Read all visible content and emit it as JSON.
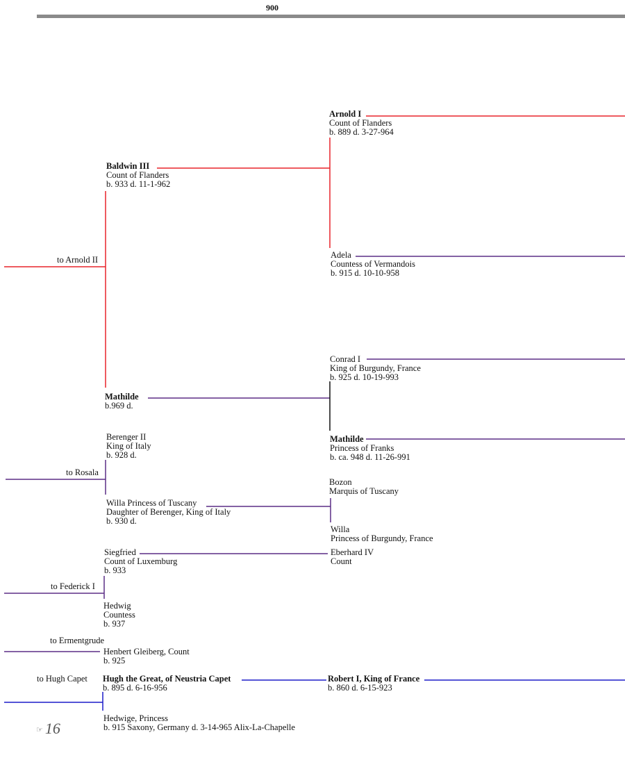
{
  "header": {
    "year": "900"
  },
  "colors": {
    "red": "#e8232a",
    "purple": "#5b2d86",
    "blue": "#1b1bc8",
    "black": "#111111",
    "bar": "#8a8a8a"
  },
  "persons": {
    "arnold1": {
      "name": "Arnold I",
      "title": "Count of Flanders",
      "dates": "b. 889  d. 3-27-964"
    },
    "baldwin3": {
      "name": "Baldwin III",
      "title": "Count of Flanders",
      "dates": "b. 933  d. 11-1-962"
    },
    "adela": {
      "name": "Adela",
      "title": "Countess of Vermandois",
      "dates": "b. 915  d. 10-10-958"
    },
    "conrad1": {
      "name": "Conrad I",
      "title": "King of Burgundy, France",
      "dates": "b. 925  d. 10-19-993"
    },
    "mathilde_a": {
      "name": "Mathilde",
      "dates": "b.969   d."
    },
    "mathilde_b": {
      "name": "Mathilde",
      "title": "Princess of Franks",
      "dates": "b. ca. 948  d. 11-26-991"
    },
    "berenger2": {
      "name": "Berenger II",
      "title": "King of Italy",
      "dates": "b. 928 d."
    },
    "bozon": {
      "name": "Bozon",
      "title": "Marquis of Tuscany"
    },
    "willa_tuscany": {
      "name": "Willa Princess of Tuscany",
      "title": "Daughter of Berenger, King of Italy",
      "dates": "b. 930 d."
    },
    "willa_burgundy": {
      "name": "Willa",
      "title": "Princess of Burgundy, France"
    },
    "siegfried": {
      "name": "Siegfried",
      "title": "Count of Luxemburg",
      "dates": "b. 933"
    },
    "eberhard4": {
      "name": "Eberhard IV",
      "title": "Count"
    },
    "hedwig": {
      "name": "Hedwig",
      "title": "Countess",
      "dates": "b. 937"
    },
    "henbert": {
      "name": "Henbert Gleiberg, Count",
      "dates": "b. 925"
    },
    "hugh_great": {
      "name": "Hugh the Great, of Neustria Capet",
      "dates": "b. 895  d. 6-16-956"
    },
    "robert1": {
      "name": "Robert I, King of France",
      "dates": "b. 860  d. 6-15-923"
    },
    "hedwige": {
      "name": "Hedwige, Princess",
      "dates": "b. 915 Saxony, Germany d. 3-14-965 Alix-La-Chapelle"
    }
  },
  "links": {
    "arnold2": "to Arnold II",
    "rosala": "to Rosala",
    "federick1": "to Federick I",
    "ermentgrude": "to Ermentgrude",
    "hugh_capet": "to Hugh Capet"
  },
  "footer": {
    "page_number": "16"
  }
}
